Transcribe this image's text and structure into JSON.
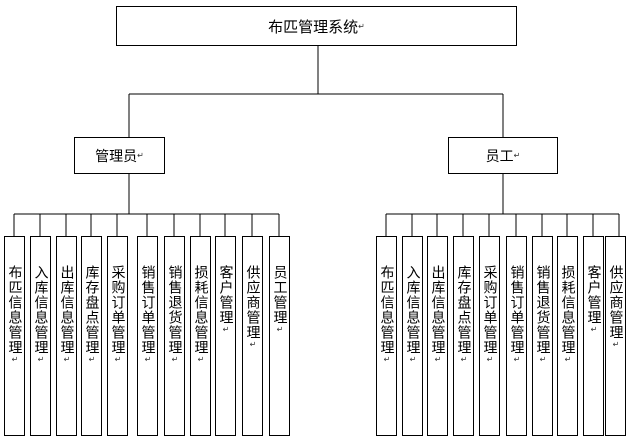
{
  "diagram": {
    "root": {
      "label": "布匹管理系统",
      "mark": "↵"
    },
    "groups": [
      {
        "label": "管理员",
        "mark": "↵",
        "children": [
          {
            "label": "布匹信息管理",
            "mark": "↵"
          },
          {
            "label": "入库信息管理",
            "mark": "↵"
          },
          {
            "label": "出库信息管理",
            "mark": "↵"
          },
          {
            "label": "库存盘点管理",
            "mark": "↵"
          },
          {
            "label": "采购订单管理",
            "mark": "↵"
          },
          {
            "label": "销售订单管理",
            "mark": "↵"
          },
          {
            "label": "销售退货管理",
            "mark": "↵"
          },
          {
            "label": "损耗信息管理",
            "mark": "↵"
          },
          {
            "label": "客户管理",
            "mark": "↵"
          },
          {
            "label": "供应商管理",
            "mark": "↵"
          },
          {
            "label": "员工管理",
            "mark": "↵"
          }
        ]
      },
      {
        "label": "员工",
        "mark": "↵",
        "children": [
          {
            "label": "布匹信息管理",
            "mark": "↵"
          },
          {
            "label": "入库信息管理",
            "mark": "↵"
          },
          {
            "label": "出库信息管理",
            "mark": "↵"
          },
          {
            "label": "库存盘点管理",
            "mark": "↵"
          },
          {
            "label": "采购订单管理",
            "mark": "↵"
          },
          {
            "label": "销售订单管理",
            "mark": "↵"
          },
          {
            "label": "销售退货管理",
            "mark": "↵"
          },
          {
            "label": "损耗信息管理",
            "mark": "↵"
          },
          {
            "label": "客户管理",
            "mark": "↵"
          },
          {
            "label": "供应商管理",
            "mark": "↵"
          }
        ]
      }
    ]
  }
}
